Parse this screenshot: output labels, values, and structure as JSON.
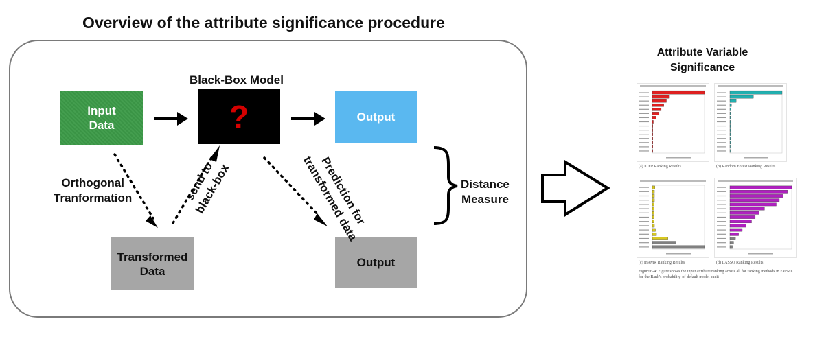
{
  "title": "Overview of the attribute significance procedure",
  "boxes": {
    "input": "Input\nData",
    "black_box_label": "Black-Box Model",
    "black_box_symbol": "?",
    "output_top": "Output",
    "transformed": "Transformed\nData",
    "output_bottom": "Output"
  },
  "labels": {
    "orthogonal": "Orthogonal\nTranformation",
    "send": "send to\nblack-box",
    "prediction": "Prediction for\ntransformed data",
    "distance": "Distance\nMeasure"
  },
  "side_panel": {
    "title": "Attribute Variable\nSignificance",
    "captions": [
      "(a) IOFP Ranking Results",
      "(b) Random Forest Ranking Results",
      "(c) mRMR Ranking Results",
      "(d) LASSO Ranking Results"
    ],
    "figure_caption": "Figure 6-4: Figure shows the input attribute ranking across all for ranking methods in FairML for the Bank's probability-of-default model audit"
  },
  "thumbnails": [
    {
      "color": "#e02020",
      "values": [
        1.0,
        0.33,
        0.27,
        0.22,
        0.17,
        0.13,
        0.07,
        0.02,
        0.01,
        0.01,
        0.01,
        0.01,
        0.01,
        0.01,
        0.01
      ]
    },
    {
      "color": "#22b0b0",
      "values": [
        1.0,
        0.45,
        0.12,
        0.03,
        0.02,
        0.01,
        0.01,
        0.01,
        0.01,
        0.01,
        0.01,
        0.01,
        0.01,
        0.0,
        0.0
      ]
    },
    {
      "colors": [
        "#d8c820",
        "#808080"
      ],
      "values": [
        0.05,
        0.04,
        0.04,
        0.04,
        0.03,
        0.03,
        0.03,
        0.03,
        0.03,
        0.04,
        0.06,
        0.08,
        0.3,
        0.45,
        1.0
      ],
      "highlight": [
        1,
        1,
        1,
        1,
        1,
        1,
        1,
        1,
        1,
        1,
        1,
        1,
        1,
        0,
        0
      ]
    },
    {
      "colors": [
        "#b020c0",
        "#808080"
      ],
      "values": [
        1.0,
        0.93,
        0.86,
        0.8,
        0.75,
        0.56,
        0.47,
        0.41,
        0.35,
        0.26,
        0.2,
        0.14,
        0.09,
        0.06,
        0.04
      ],
      "highlight": [
        1,
        1,
        1,
        1,
        1,
        1,
        1,
        1,
        1,
        1,
        1,
        1,
        0,
        0,
        0
      ]
    }
  ],
  "colors": {
    "input": "#3c9a48",
    "black_box": "#000000",
    "question": "#d40000",
    "output_top": "#5ab8f0",
    "gray_box": "#a6a6a6"
  }
}
